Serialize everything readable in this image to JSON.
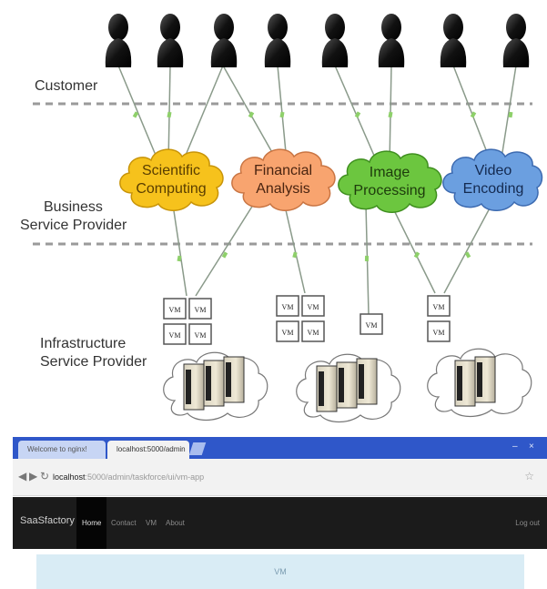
{
  "layers": {
    "customer": "Customer",
    "business_line1": "Business",
    "business_line2": "Service Provider",
    "infra_line1": "Infrastructure",
    "infra_line2": "Service Provider"
  },
  "services": [
    {
      "line1": "Scientific",
      "line2": "Computing",
      "fill": "#f6c21c",
      "stroke": "#c89408",
      "text_color": "#5a3e00"
    },
    {
      "line1": "Financial",
      "line2": "Analysis",
      "fill": "#f8a46f",
      "stroke": "#c97543",
      "text_color": "#4a2410"
    },
    {
      "line1": "Image",
      "line2": "Processing",
      "fill": "#6cc63f",
      "stroke": "#3f8f1f",
      "text_color": "#1d3b0c"
    },
    {
      "line1": "Video",
      "line2": "Encoding",
      "fill": "#6b9fe0",
      "stroke": "#3c6ab0",
      "text_color": "#142a50"
    }
  ],
  "vm_label": "VM",
  "colors": {
    "dashed_line": "#9a9a9a",
    "link_line": "#8a9a8a",
    "link_marker": "#8ed06a",
    "user_icon": "#1a1a1a"
  },
  "browser": {
    "tabs": [
      {
        "label": "Welcome to nginx!"
      },
      {
        "label": "localhost:5000/admin"
      }
    ],
    "url_host": "localhost",
    "url_path": ":5000/admin/taskforce/ui/vm-app",
    "brand": "SaaSfactory",
    "nav_items": [
      "Home",
      "Contact",
      "VM",
      "About"
    ],
    "nav_right": "Log out",
    "content_text": "VM"
  }
}
